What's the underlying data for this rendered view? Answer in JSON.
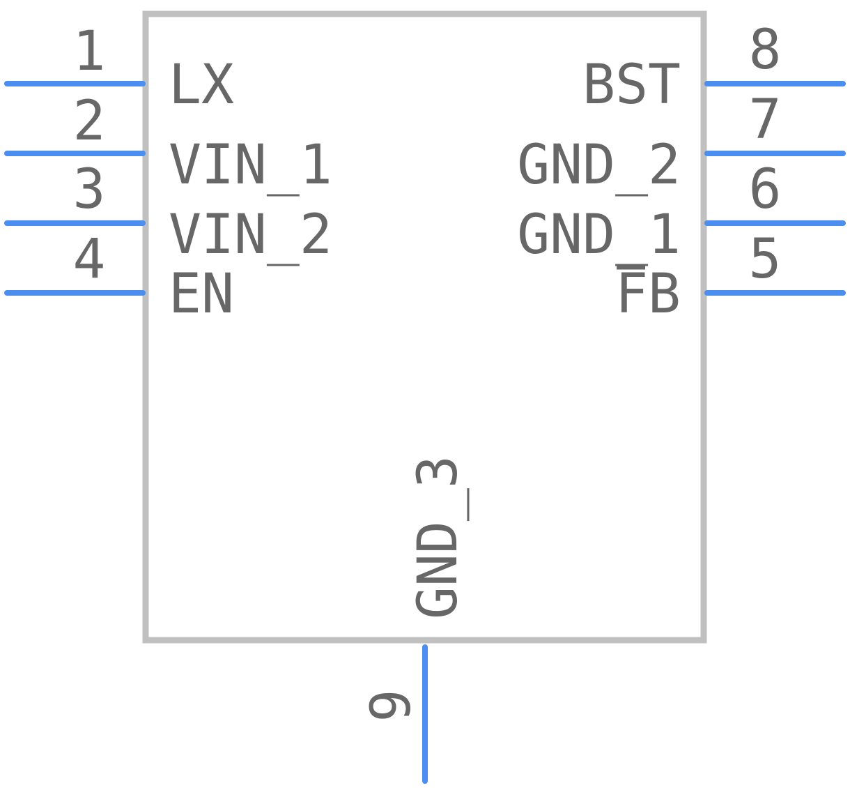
{
  "colors": {
    "pin": "#4a8ff0",
    "body_outline": "#c0c0c0",
    "text": "#676767"
  },
  "left_pins": [
    {
      "number": "1",
      "label": "LX"
    },
    {
      "number": "2",
      "label": "VIN_1"
    },
    {
      "number": "3",
      "label": "VIN_2"
    },
    {
      "number": "4",
      "label": "EN"
    }
  ],
  "right_pins": [
    {
      "number": "8",
      "label": "BST"
    },
    {
      "number": "7",
      "label": "GND_2"
    },
    {
      "number": "6",
      "label": "GND_1"
    },
    {
      "number": "5",
      "label": "FB"
    }
  ],
  "bottom_pin": {
    "number": "9",
    "label": "GND_3"
  }
}
